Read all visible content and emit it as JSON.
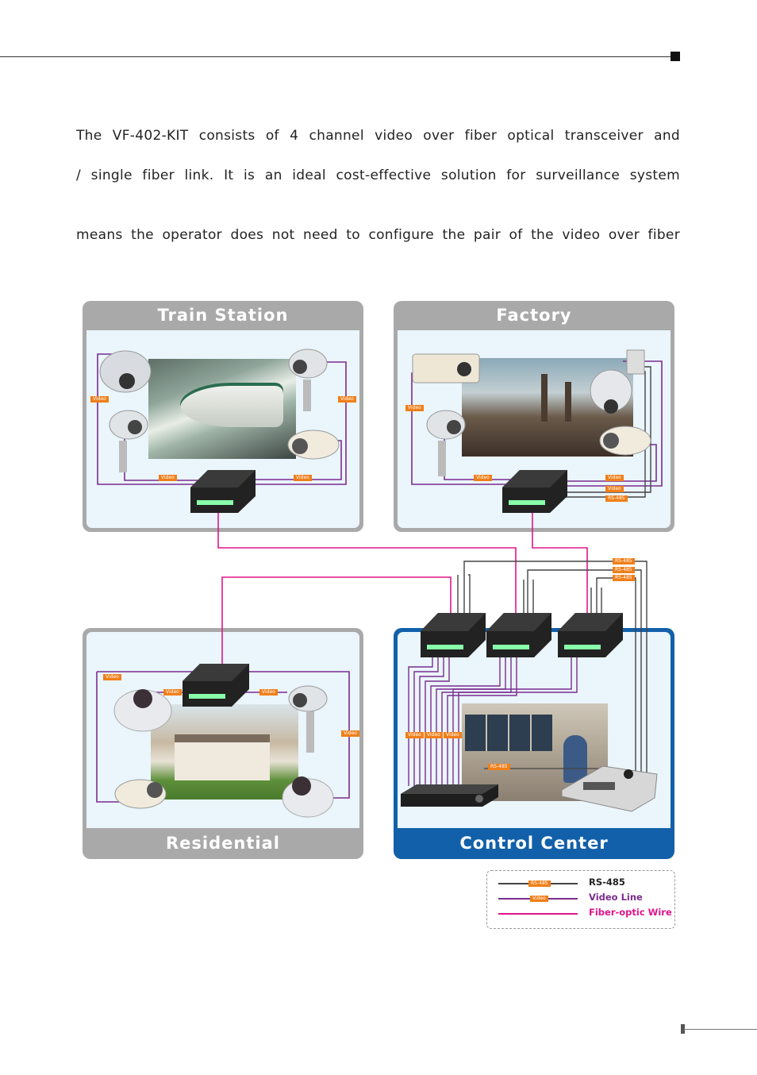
{
  "paragraph": [
    "The VF-402-KIT consists of 4 channel video over fiber optical transceiver and",
    "/ single fiber link. It is an ideal cost-effective solution for surveillance system",
    "means the operator does not need to configure the pair of the video over fiber"
  ],
  "panels": {
    "train_station": "Train Station",
    "factory": "Factory",
    "residential": "Residential",
    "control_center": "Control Center"
  },
  "tags": {
    "video": "Video",
    "rs485": "RS-485"
  },
  "legend": {
    "rs485": "RS-485",
    "video_line": "Video Line",
    "fiber_optic": "Fiber-optic Wire"
  },
  "colors": {
    "panel_gray": "#a9a9a9",
    "panel_inner": "#eaf5fc",
    "control_blue": "#1260aa",
    "video_line": "#7b2d8e",
    "fiber_line": "#e0168a",
    "rs485_line": "#444444",
    "tag_orange": "#f07f1a"
  }
}
